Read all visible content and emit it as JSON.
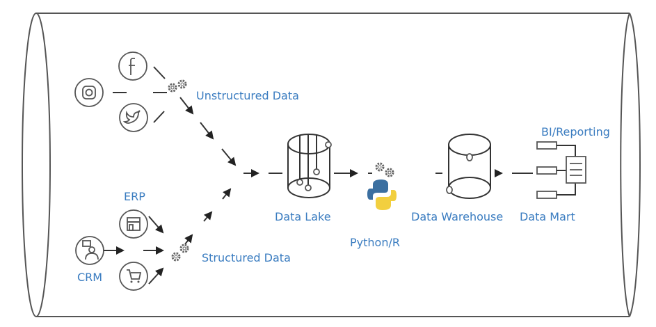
{
  "colors": {
    "label": "#3a7cc0",
    "line": "#333333",
    "python_blue": "#3b6fa0",
    "python_yellow": "#f2cf3f"
  },
  "sources": {
    "unstructured": [
      {
        "icon": "instagram-icon"
      },
      {
        "icon": "facebook-icon"
      },
      {
        "icon": "twitter-icon"
      }
    ],
    "structured": [
      {
        "label": "ERP",
        "icon": "store-icon"
      },
      {
        "label": "CRM",
        "icon": "user-chat-icon"
      },
      {
        "icon": "cart-icon"
      }
    ]
  },
  "labels": {
    "unstructured": "Unstructured Data",
    "structured": "Structured Data",
    "erp": "ERP",
    "crm": "CRM",
    "data_lake": "Data Lake",
    "python": "Python/R",
    "data_warehouse": "Data Warehouse",
    "data_mart": "Data Mart",
    "bi": "BI/Reporting"
  }
}
